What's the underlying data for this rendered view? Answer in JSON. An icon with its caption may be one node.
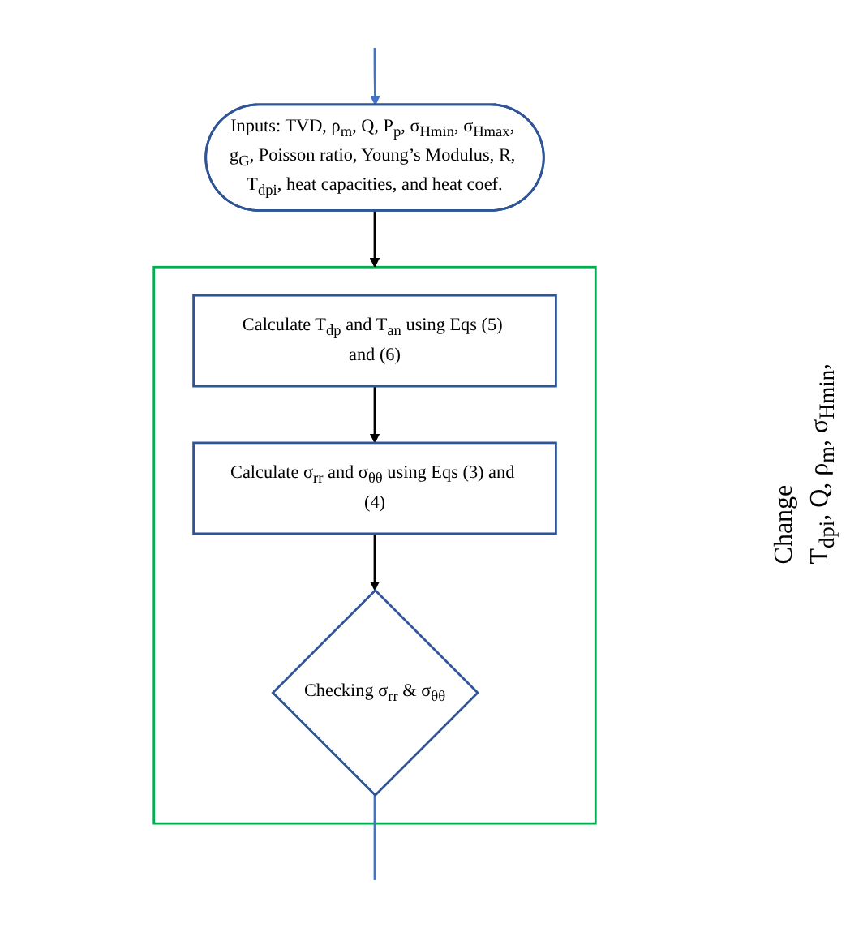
{
  "diagram": {
    "nodes": [
      {
        "text": [
          "Inputs: TVD, ρ$_{m}$, Q, P$_{p}$, σ$_{Hmin}$, σ$_{Hmax}$, g$_{G}$, Poisson ratio, Young’s Modulus, R, T$_{dpi}$, heat capacities, and heat coef."
        ]
      },
      {
        "text": [],
        "shape": "box"
      },
      {
        "text": [
          "Calculate T$_{dp}$ and T$_{an}$ using Eqs (5) and (6)"
        ],
        "in": 1
      },
      {
        "text": [
          "Calculate σ$_{rr}$ and σ$_{θθ}$ using Eqs (3) and (4)"
        ],
        "in": 1
      },
      {
        "text": [
          "Checking σ$_{rr}$ & σ$_{θθ}$"
        ],
        "in": 1
      }
    ],
    "edges": [
      {
        "from": 0,
        "to": 1,
        "arrow": "to"
      },
      {
        "from": 2,
        "to": 3,
        "arrow": "to"
      },
      {
        "from": 3,
        "to": 4,
        "arrow": "to"
      },
      {
        "from": 4,
        "to": null,
        "arrow": "none",
        "color": "#4472c4"
      },
      {
        "from": null,
        "to": 0,
        "arrow": "to",
        "color": "#4472c4"
      }
    ],
    "labels": [
      "Change",
      "T$_{dpi}$, Q, ρ$_{m}$, σ$_{Hmin}$,"
    ]
  }
}
